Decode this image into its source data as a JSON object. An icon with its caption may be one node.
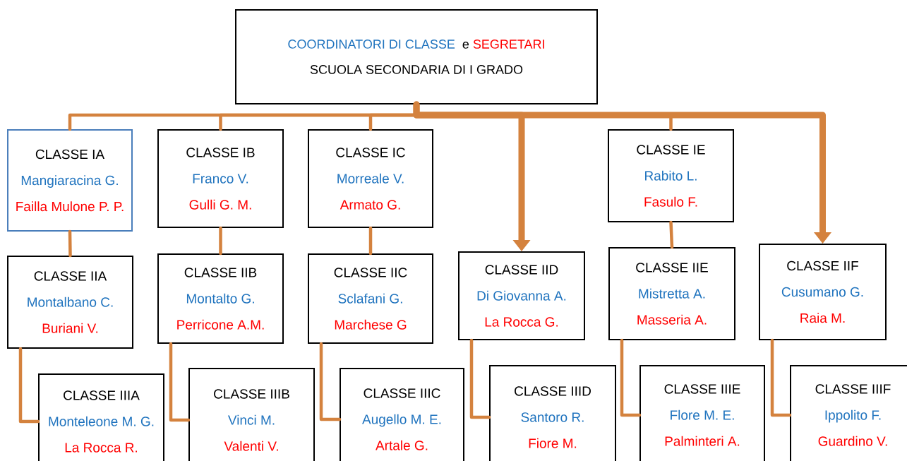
{
  "diagram": {
    "nodes": [
      {
        "text": [
          "COORDINATORI DI CLASSE",
          "e",
          "SEGRETARI",
          "SCUOLA SECONDARIA DI I GRADO"
        ]
      },
      {
        "text": [
          "CLASSE IA",
          "Mangiaracina G.",
          "Failla Mulone P. P."
        ]
      },
      {
        "text": [
          "CLASSE IB",
          "Franco V.",
          "Gulli G. M."
        ]
      },
      {
        "text": [
          "CLASSE IC",
          "Morreale V.",
          "Armato G."
        ]
      },
      {
        "text": [
          "CLASSE IE",
          "Rabito L.",
          "Fasulo F."
        ]
      },
      {
        "text": [
          "CLASSE IIA",
          "Montalbano C.",
          "Buriani V."
        ]
      },
      {
        "text": [
          "CLASSE IIB",
          "Montalto G.",
          "Perricone A.M."
        ]
      },
      {
        "text": [
          "CLASSE IIC",
          "Sclafani G.",
          "Marchese G"
        ]
      },
      {
        "text": [
          "CLASSE IID",
          "Di Giovanna A.",
          "La Rocca G."
        ]
      },
      {
        "text": [
          "CLASSE IIE",
          "Mistretta A.",
          "Masseria A."
        ]
      },
      {
        "text": [
          "CLASSE IIF",
          "Cusumano G.",
          "Raia M."
        ]
      },
      {
        "text": [
          "CLASSE IIIA",
          "Monteleone M. G.",
          "La Rocca R."
        ]
      },
      {
        "text": [
          "CLASSE IIIB",
          "Vinci M.",
          "Valenti V."
        ]
      },
      {
        "text": [
          "CLASSE IIIC",
          "Augello M. E.",
          "Artale G."
        ]
      },
      {
        "text": [
          "CLASSE IIID",
          "Santoro R.",
          "Fiore  M."
        ]
      },
      {
        "text": [
          "CLASSE IIIE",
          "Flore M. E.",
          "Palminteri A."
        ]
      },
      {
        "text": [
          "CLASSE IIIF",
          "Ippolito F.",
          "Guardino V."
        ]
      }
    ],
    "edges": [
      {
        "from": 0,
        "to": 1,
        "arrow": "none"
      },
      {
        "from": 0,
        "to": 2,
        "arrow": "none"
      },
      {
        "from": 0,
        "to": 3,
        "arrow": "none"
      },
      {
        "from": 0,
        "to": 8,
        "arrow": "to",
        "style": "thick"
      },
      {
        "from": 0,
        "to": 4,
        "arrow": "none"
      },
      {
        "from": 0,
        "to": 10,
        "arrow": "to",
        "style": "thick"
      },
      {
        "from": 1,
        "to": 5,
        "arrow": "none"
      },
      {
        "from": 2,
        "to": 6,
        "arrow": "none"
      },
      {
        "from": 3,
        "to": 7,
        "arrow": "none"
      },
      {
        "from": 4,
        "to": 9,
        "arrow": "none"
      },
      {
        "from": 5,
        "to": 11,
        "arrow": "none"
      },
      {
        "from": 6,
        "to": 12,
        "arrow": "none"
      },
      {
        "from": 7,
        "to": 13,
        "arrow": "none"
      },
      {
        "from": 8,
        "to": 14,
        "arrow": "none"
      },
      {
        "from": 9,
        "to": 15,
        "arrow": "none"
      },
      {
        "from": 10,
        "to": 16,
        "arrow": "none"
      }
    ]
  }
}
